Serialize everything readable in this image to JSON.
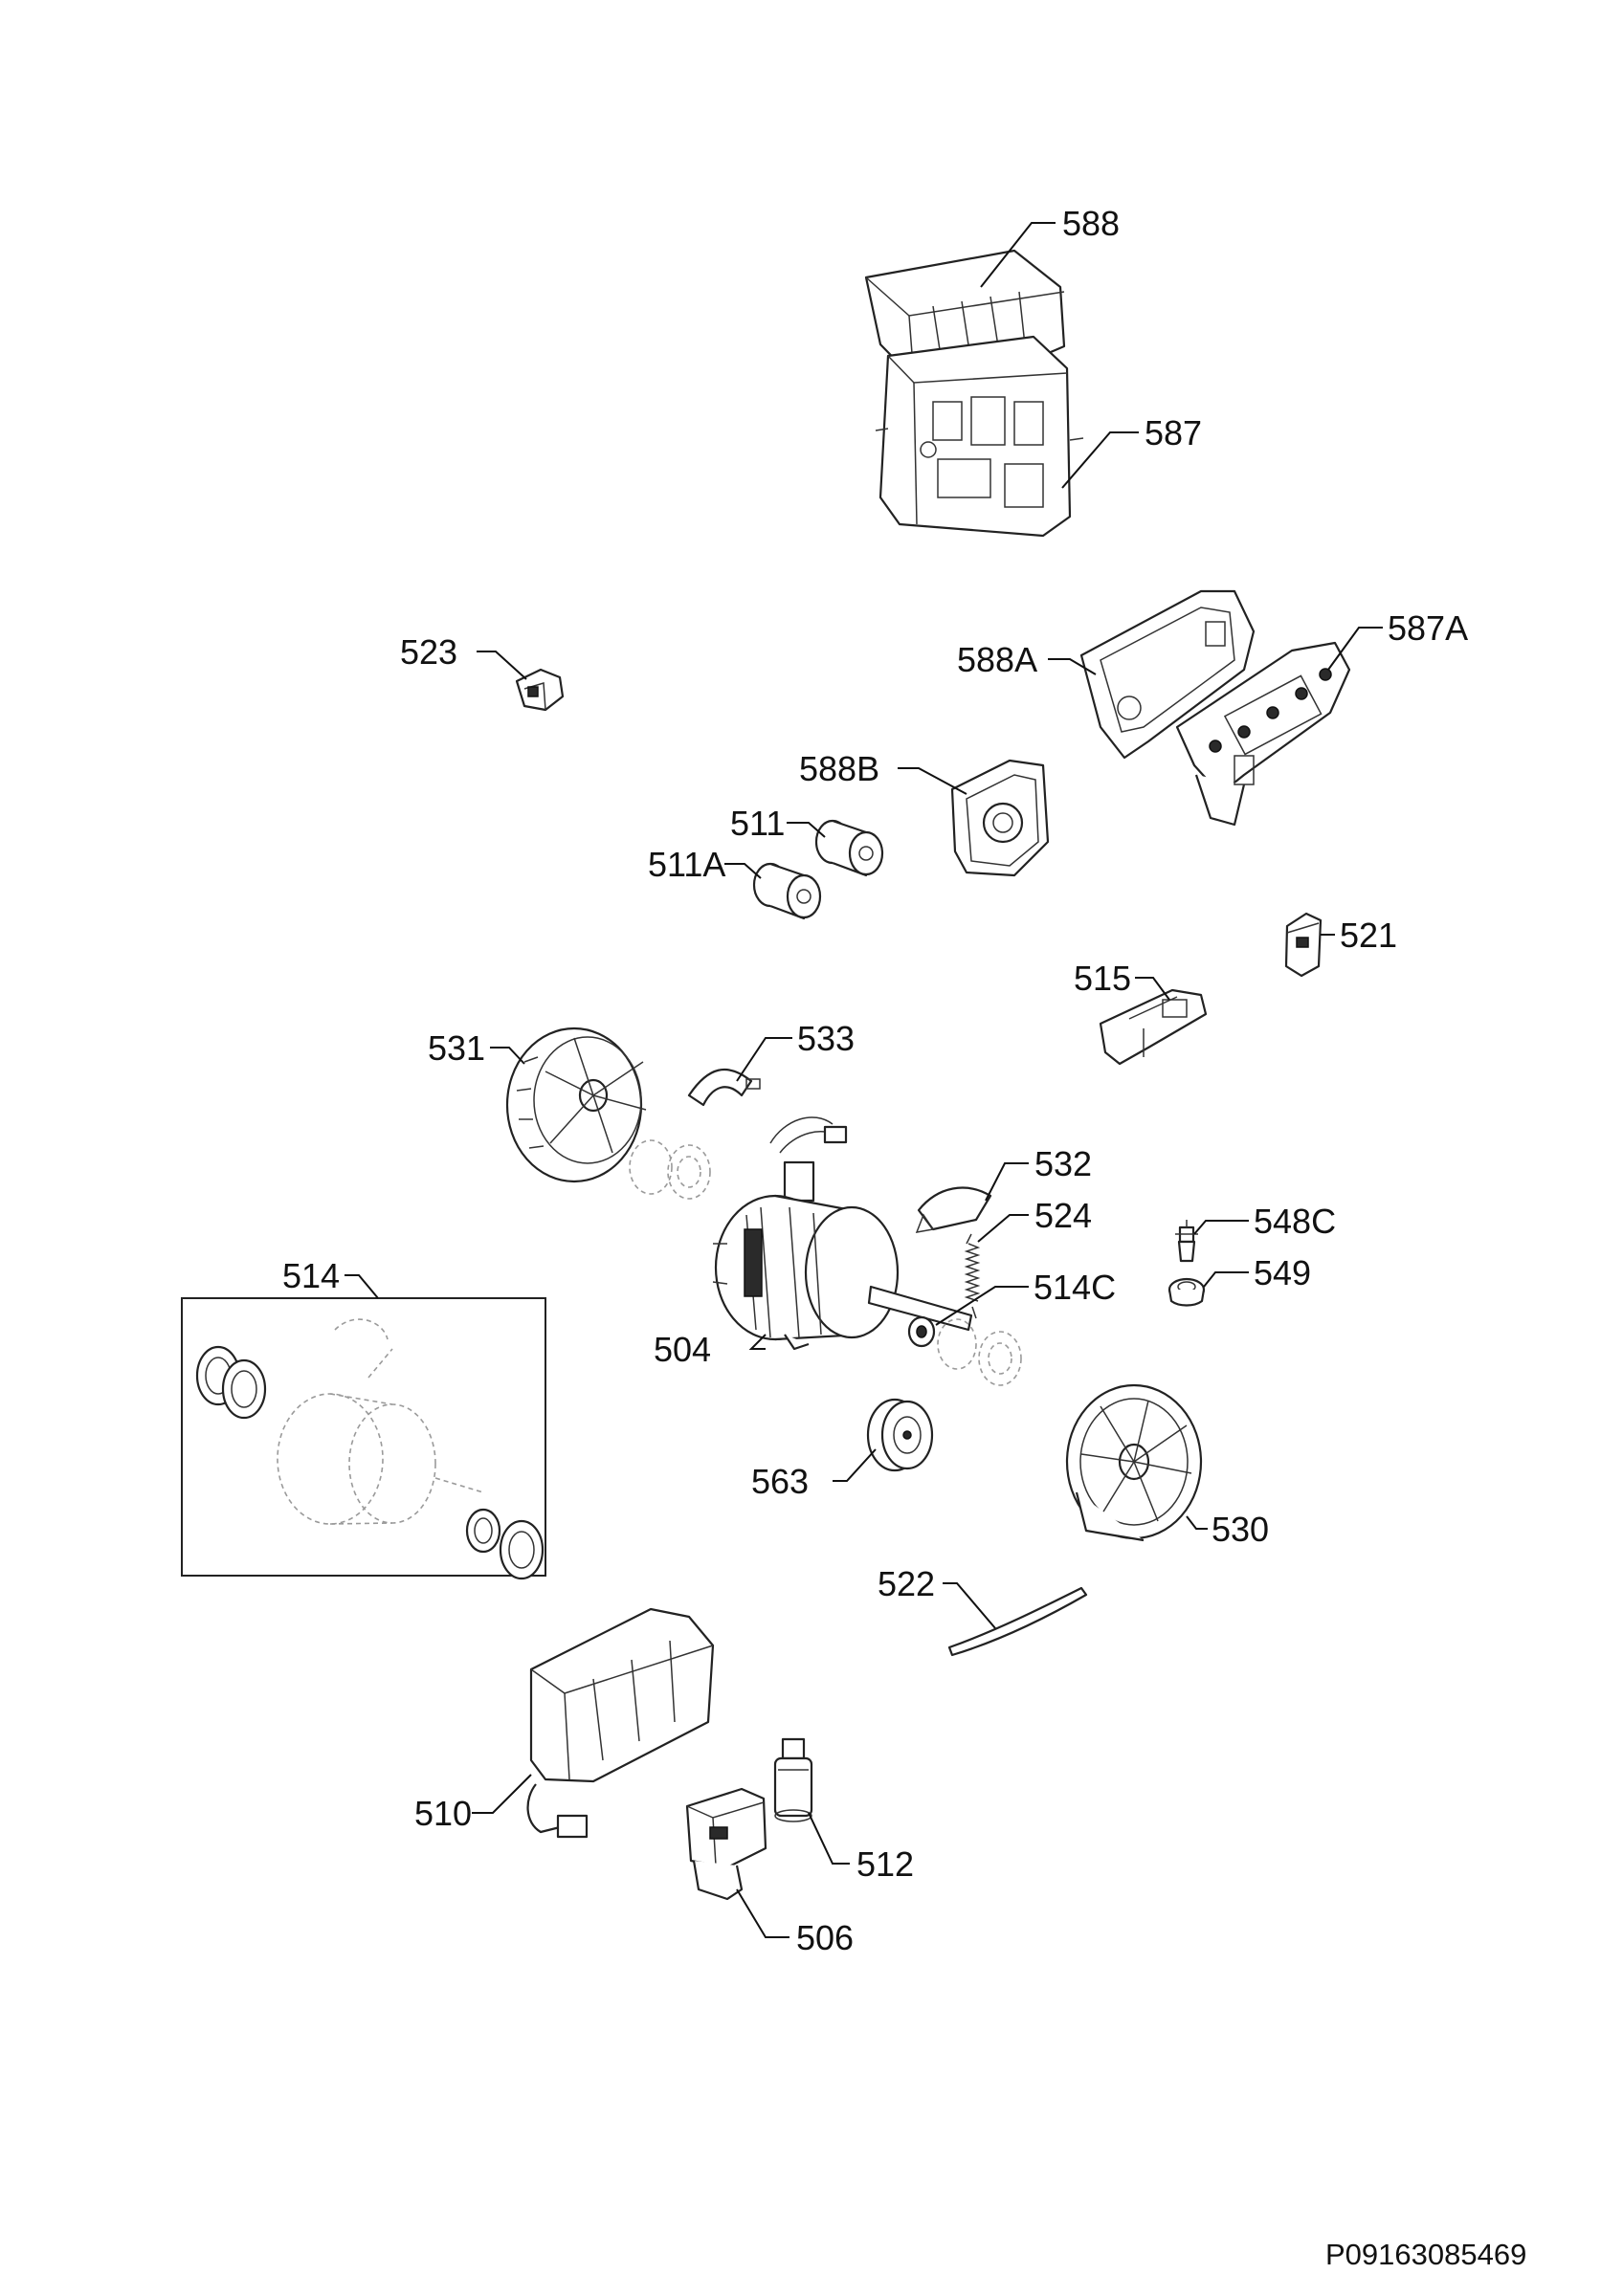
{
  "labels": {
    "l588": "588",
    "l587": "587",
    "l523": "523",
    "l588A": "588A",
    "l587A": "587A",
    "l588B": "588B",
    "l511": "511",
    "l511A": "511A",
    "l521": "521",
    "l515": "515",
    "l531": "531",
    "l533": "533",
    "l532": "532",
    "l524": "524",
    "l548C": "548C",
    "l514": "514",
    "l549": "549",
    "l514C": "514C",
    "l504": "504",
    "l563": "563",
    "l530": "530",
    "l522": "522",
    "l510": "510",
    "l512": "512",
    "l506": "506"
  },
  "document_id": "P09163085469"
}
